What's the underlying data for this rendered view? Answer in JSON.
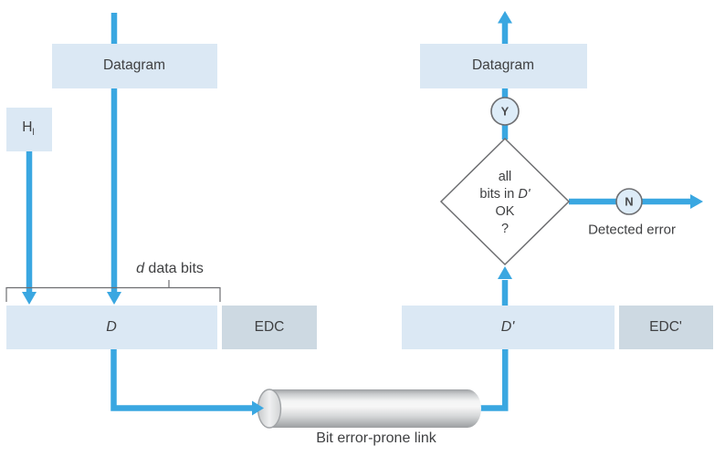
{
  "figure": {
    "description": "Error-detection and correction scenario diagram"
  },
  "sender": {
    "datagram": "Datagram",
    "header": {
      "base": "H",
      "sub": "l"
    },
    "data_bits": {
      "italic": "d",
      "rest": " data bits"
    },
    "payload": "D",
    "edc": "EDC"
  },
  "receiver": {
    "datagram": "Datagram",
    "yes": "Y",
    "no": "N",
    "decision": {
      "line1": "all",
      "line2_prefix": "bits in ",
      "line2_var": "D'",
      "line3": "OK",
      "line4": "?"
    },
    "detected_error": "Detected error",
    "payload": "D'",
    "edc": "EDC'"
  },
  "link": {
    "label": "Bit error-prone link"
  },
  "palette": {
    "accent_blue": "#3aa7e1",
    "box_light_blue": "#dbe8f4",
    "box_gray_blue": "#cdd9e2",
    "node_fill": "#ddecf8",
    "outline_gray": "#6d6e71",
    "text_gray": "#3f4042",
    "cylinder_gray": "#c6c8ca"
  }
}
